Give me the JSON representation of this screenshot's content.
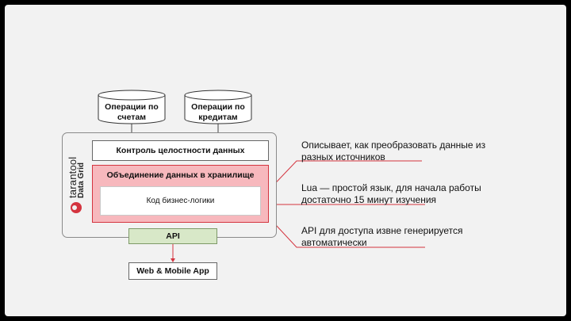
{
  "inputs": [
    {
      "label": "Операции по\nсчетам"
    },
    {
      "label": "Операции по\nкредитам"
    }
  ],
  "brand": {
    "name": "tarantool",
    "product": "Data Grid"
  },
  "integrity": {
    "label": "Контроль целостности данных"
  },
  "storage": {
    "title": "Объединение данных в хранилище",
    "logic": "Код бизнес-логики"
  },
  "api": {
    "label": "API"
  },
  "app": {
    "label": "Web & Mobile App"
  },
  "notes": [
    "Описывает, как преобразовать данные из разных источников",
    "Lua — простой язык, для начала работы достаточно 15 минут изучения",
    "API для доступа извне генерируется автоматически"
  ],
  "colors": {
    "accent": "#d4343f",
    "storage_fill": "#f7b8bd",
    "api_fill": "#d8e8c8",
    "background": "#f2f2f2"
  }
}
